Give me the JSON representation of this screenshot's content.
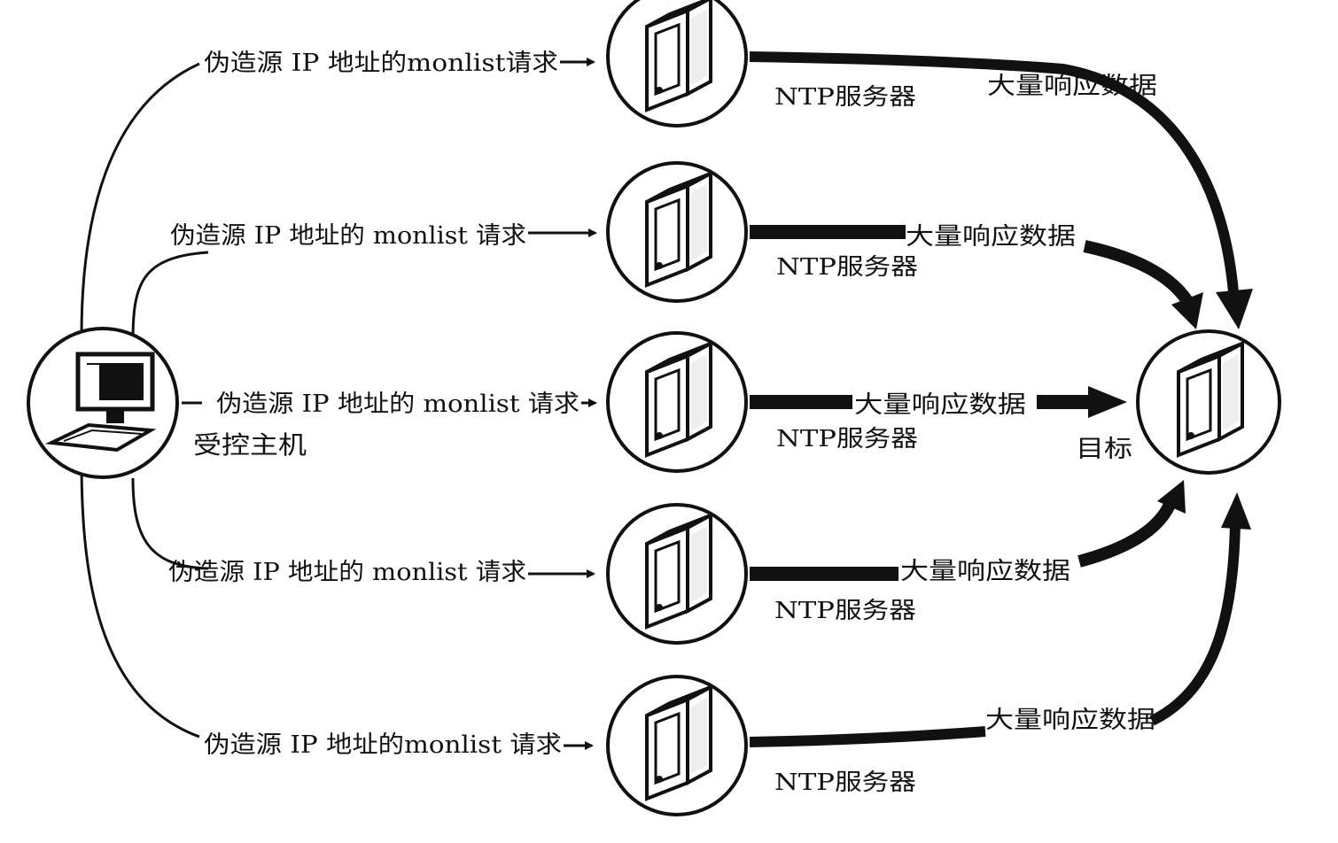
{
  "controlled_host": {
    "label": "受控主机",
    "icon": "computer-icon"
  },
  "target": {
    "label": "目标",
    "icon": "server-icon"
  },
  "requests": [
    {
      "label": "伪造源 IP 地址的monlist请求"
    },
    {
      "label": "伪造源 IP 地址的 monlist 请求"
    },
    {
      "label": "伪造源 IP 地址的 monlist 请求"
    },
    {
      "label": "伪造源 IP 地址的 monlist 请求"
    },
    {
      "label": "伪造源 IP 地址的monlist 请求"
    }
  ],
  "servers": [
    {
      "label": "NTP服务器",
      "icon": "server-icon"
    },
    {
      "label": "NTP服务器",
      "icon": "server-icon"
    },
    {
      "label": "NTP服务器",
      "icon": "server-icon"
    },
    {
      "label": "NTP服务器",
      "icon": "server-icon"
    },
    {
      "label": "NTP服务器",
      "icon": "server-icon"
    }
  ],
  "responses": [
    {
      "label": "大量响应数据"
    },
    {
      "label": "大量响应数据"
    },
    {
      "label": "大量响应数据"
    },
    {
      "label": "大量响应数据"
    },
    {
      "label": "大量响应数据"
    }
  ],
  "colors": {
    "ink": "#111111",
    "background": "#ffffff"
  }
}
